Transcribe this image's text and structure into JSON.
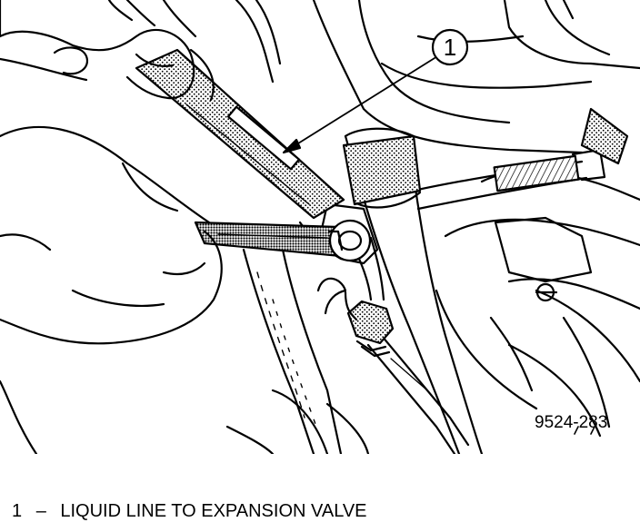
{
  "callouts": [
    {
      "number": "1",
      "label": "LIQUID LINE TO EXPANSION VALVE"
    }
  ],
  "legend_separator": "–",
  "figure_code": "9524-283"
}
